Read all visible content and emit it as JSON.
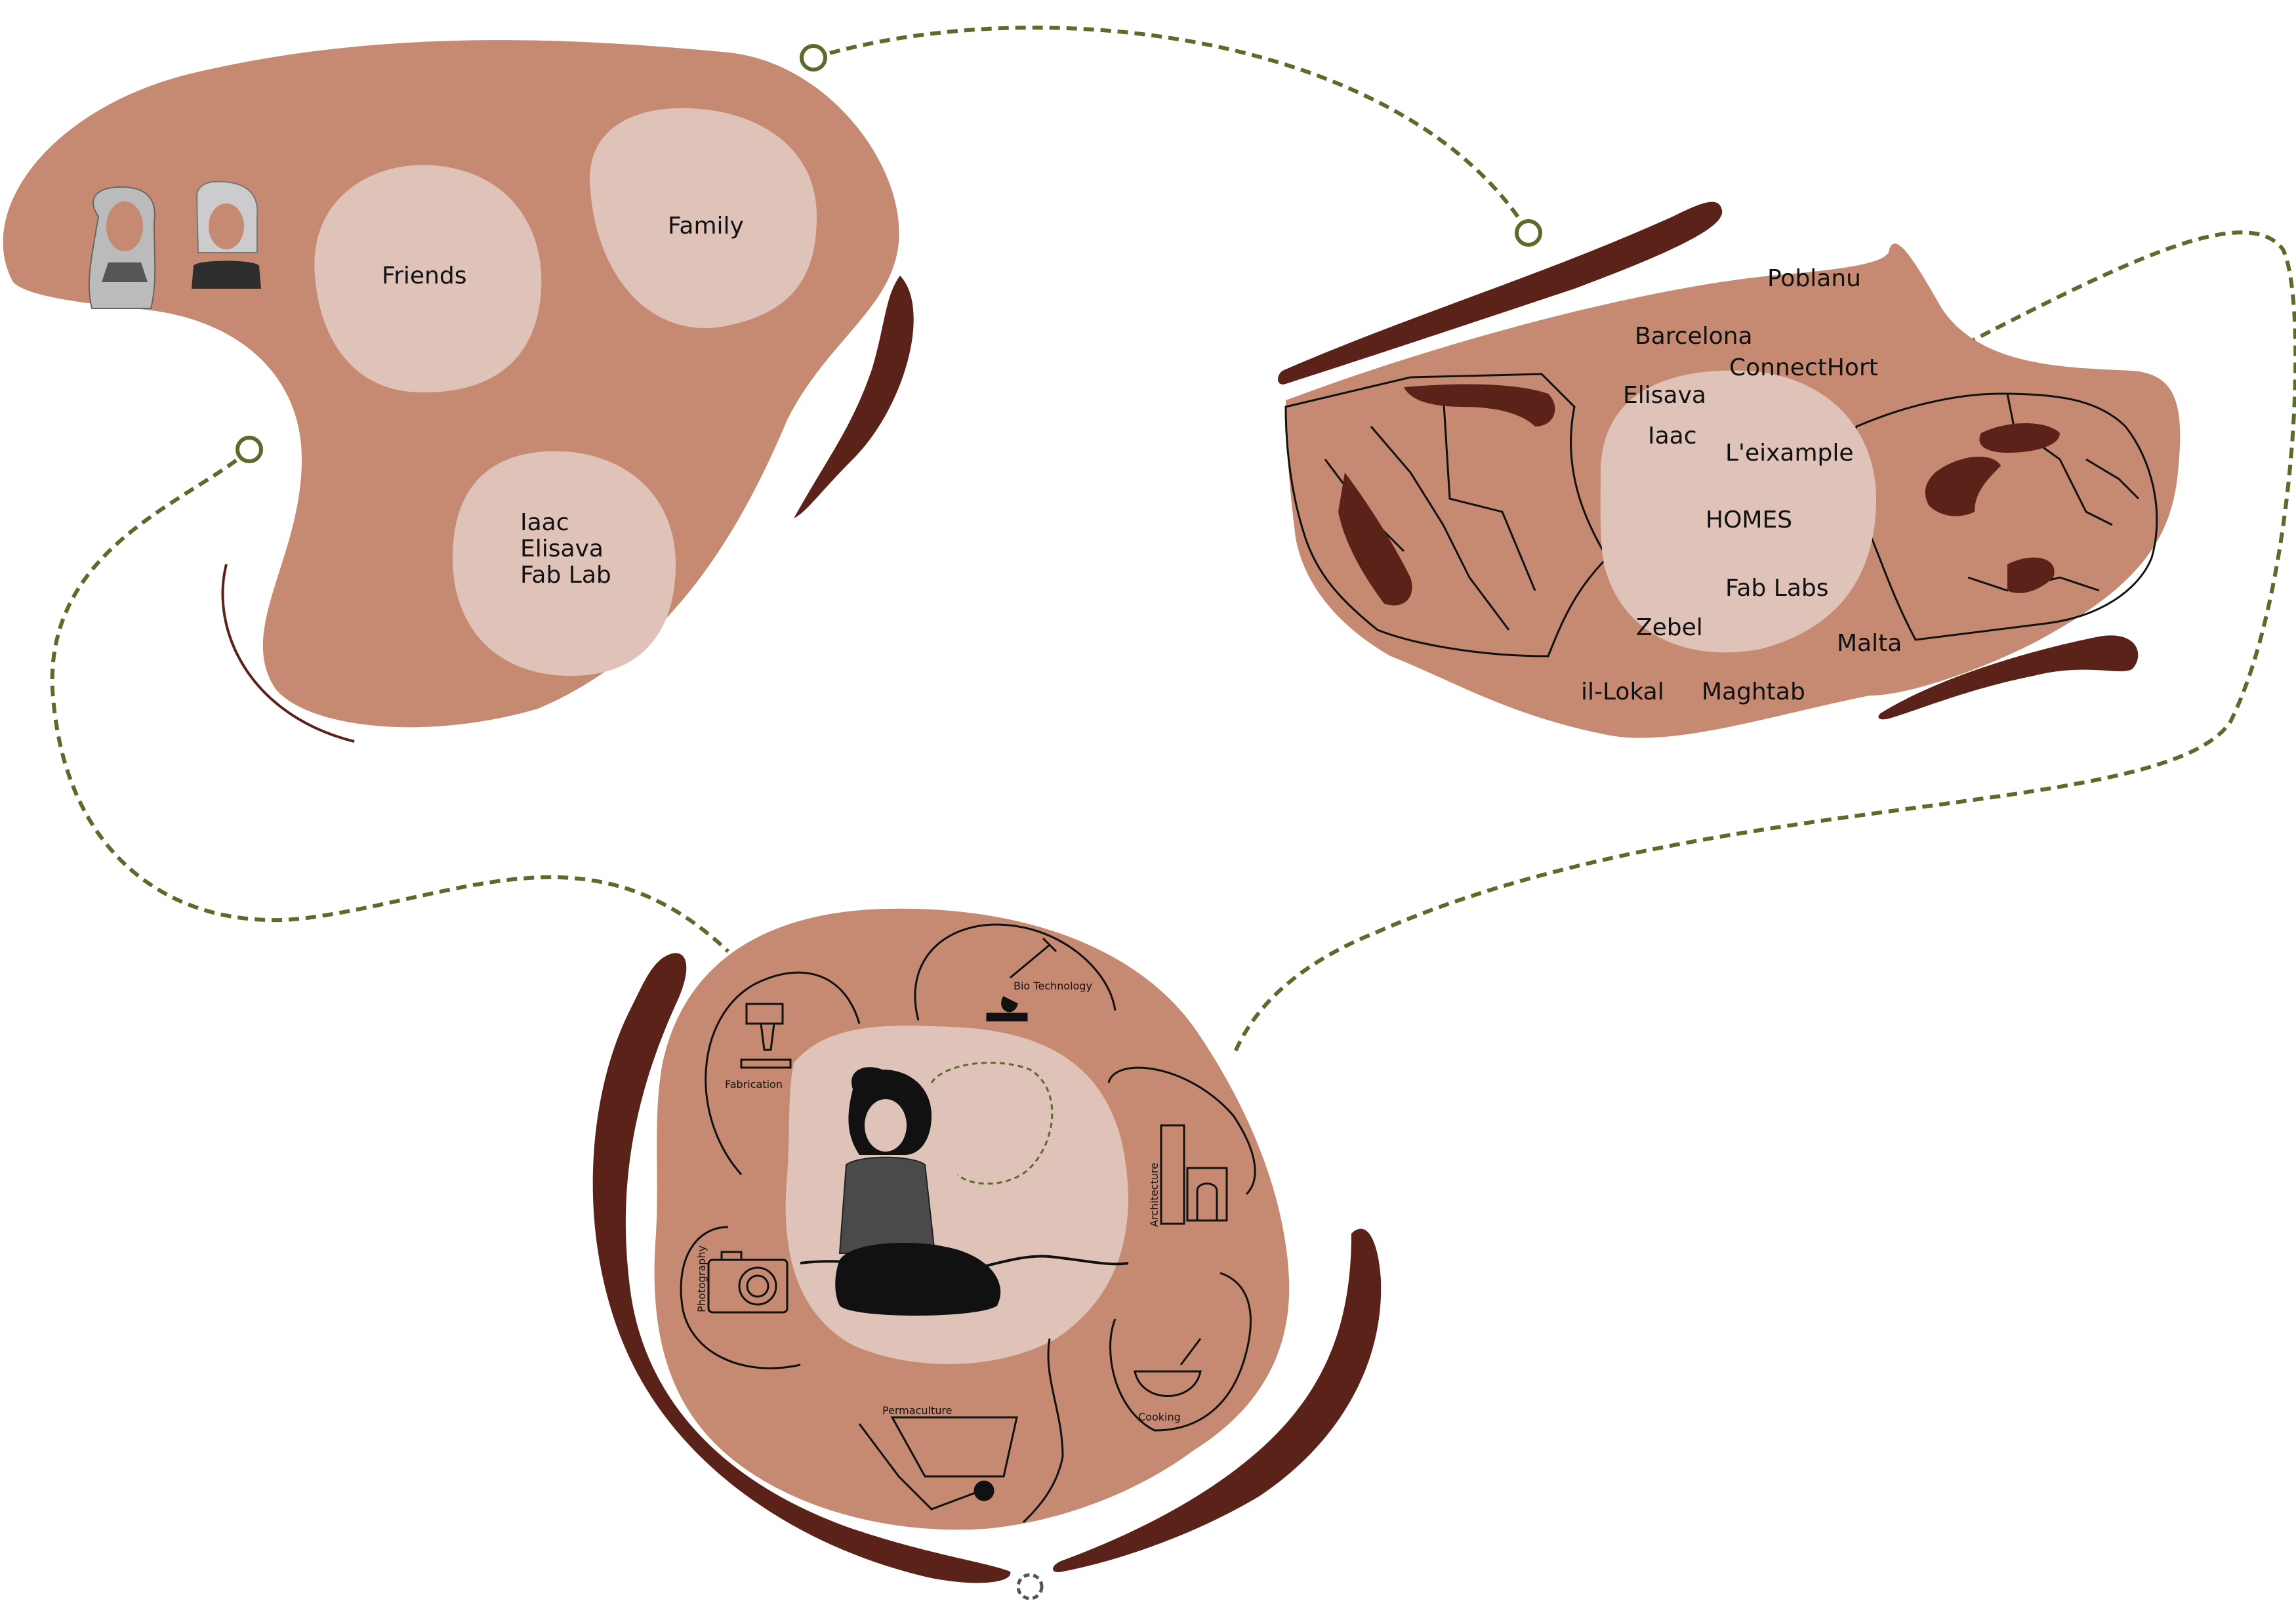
{
  "colors": {
    "blob": "#c68a72",
    "inner": "#e0c3b8",
    "dark": "#5a2219",
    "path": "#5a6b2a",
    "stroke": "#111111",
    "figure": "#4a4a4a"
  },
  "social": {
    "friends": "Friends",
    "family": "Family",
    "schools": [
      "Iaac",
      "Elisava",
      "Fab Lab"
    ]
  },
  "places": {
    "words": [
      "Poblanu",
      "Barcelona",
      "ConnectHort",
      "Elisava",
      "Iaac",
      "L'eixample",
      "HOMES",
      "Fab Labs",
      "Zebel",
      "Malta",
      "il-Lokal",
      "Maghtab"
    ]
  },
  "skills": {
    "biotech": "Bio Technology",
    "fabrication": "Fabrication",
    "architecture": "Architecture",
    "photography": "Photography",
    "permaculture": "Permaculture",
    "cooking": "Cooking"
  }
}
